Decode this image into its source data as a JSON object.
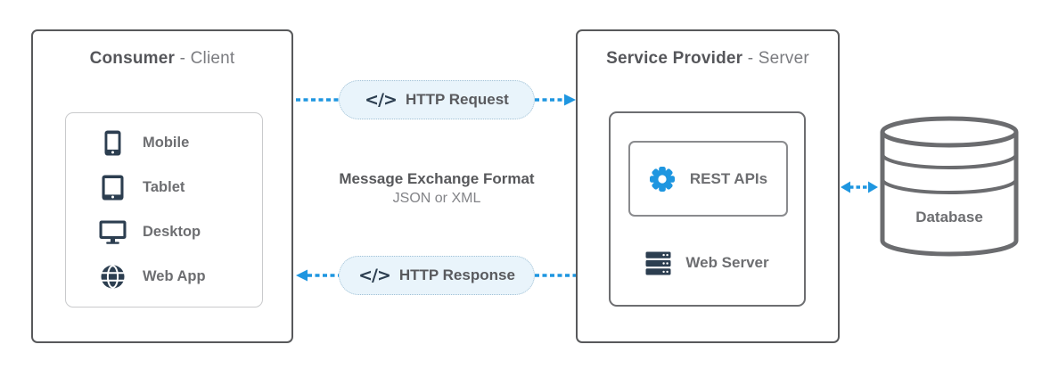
{
  "consumer": {
    "title_strong": "Consumer",
    "title_light": " - Client",
    "items": [
      {
        "label": "Mobile",
        "icon": "mobile-icon"
      },
      {
        "label": "Tablet",
        "icon": "tablet-icon"
      },
      {
        "label": "Desktop",
        "icon": "desktop-icon"
      },
      {
        "label": "Web App",
        "icon": "globe-icon"
      }
    ]
  },
  "exchange": {
    "request_label": "HTTP Request",
    "response_label": "HTTP Response",
    "code_glyph": "</>",
    "note_title": "Message Exchange Format",
    "note_sub": "JSON or XML"
  },
  "provider": {
    "title_strong": "Service Provider",
    "title_light": " - Server",
    "rest_apis_label": "REST APIs",
    "web_server_label": "Web Server"
  },
  "database": {
    "label": "Database"
  },
  "colors": {
    "accent_blue": "#1e96e0",
    "icon_navy": "#2c3e50",
    "border_dark": "#58595b",
    "border_medium": "#6d6e71",
    "text_gray": "#6d6e71",
    "text_light": "#7b7c80",
    "bubble_bg": "#e9f4fb",
    "db_outline": "#6b6c6f"
  }
}
